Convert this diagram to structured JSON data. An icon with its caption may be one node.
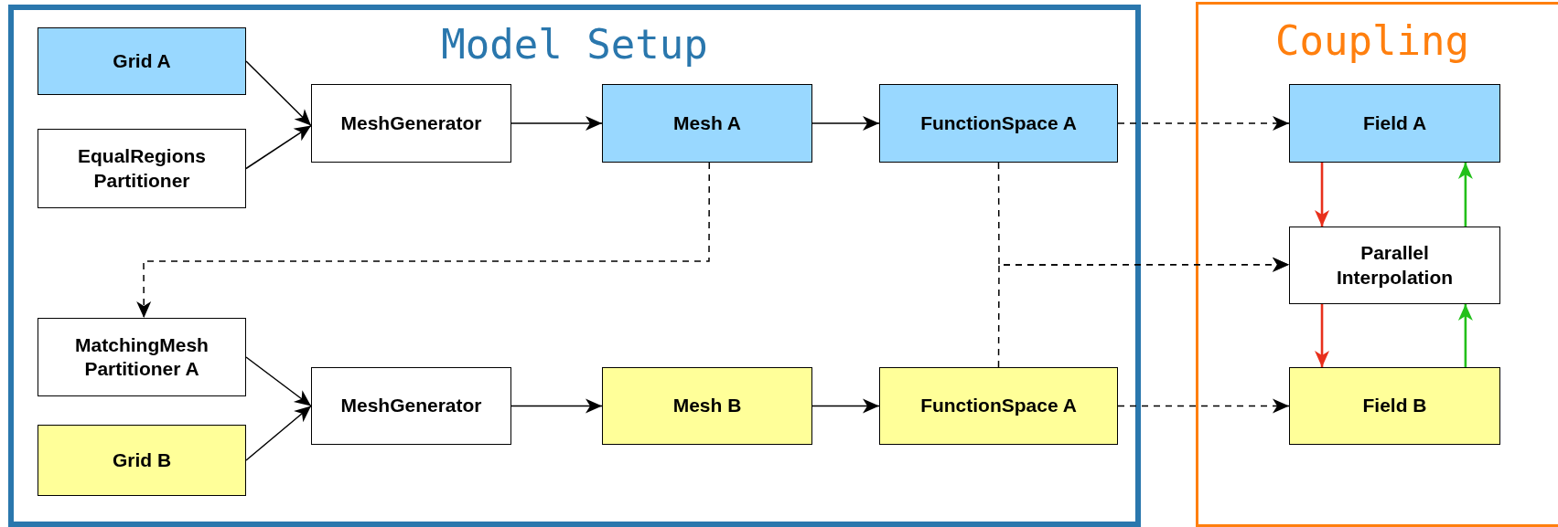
{
  "diagram": {
    "nodes": [
      {
        "text": [
          "Model Setup"
        ]
      },
      {
        "text": [
          "Coupling"
        ]
      },
      {
        "text": [
          "Grid A"
        ],
        "in": 0
      },
      {
        "text": [
          "EqualRegions Partitioner"
        ],
        "in": 0
      },
      {
        "text": [
          "MeshGenerator"
        ],
        "in": 0
      },
      {
        "text": [
          "Mesh A"
        ],
        "in": 0
      },
      {
        "text": [
          "FunctionSpace A"
        ],
        "in": 0
      },
      {
        "text": [
          "MatchingMesh Partitioner A"
        ],
        "in": 0
      },
      {
        "text": [
          "Grid B"
        ],
        "in": 0
      },
      {
        "text": [
          "MeshGenerator"
        ],
        "in": 0
      },
      {
        "text": [
          "Mesh B"
        ],
        "in": 0
      },
      {
        "text": [
          "FunctionSpace A"
        ],
        "in": 0
      },
      {
        "text": [
          "Field A"
        ],
        "in": 1
      },
      {
        "text": [
          "Parallel Interpolation"
        ],
        "in": 1
      },
      {
        "text": [
          "Field B"
        ],
        "in": 1
      }
    ],
    "edges": [
      {
        "from": 2,
        "to": 4,
        "arrow": "to"
      },
      {
        "from": 3,
        "to": 4,
        "arrow": "to"
      },
      {
        "from": 4,
        "to": 5,
        "arrow": "to"
      },
      {
        "from": 5,
        "to": 6,
        "arrow": "to"
      },
      {
        "from": 6,
        "to": 12,
        "arrow": "to",
        "style": "dashed"
      },
      {
        "from": 5,
        "to": 7,
        "arrow": "to",
        "style": "dashed"
      },
      {
        "from": 7,
        "to": 9,
        "arrow": "to"
      },
      {
        "from": 8,
        "to": 9,
        "arrow": "to"
      },
      {
        "from": 9,
        "to": 10,
        "arrow": "to"
      },
      {
        "from": 10,
        "to": 11,
        "arrow": "to"
      },
      {
        "from": 11,
        "to": 14,
        "arrow": "to",
        "style": "dashed"
      },
      {
        "from": 6,
        "to": 13,
        "arrow": "to",
        "style": "dashed"
      },
      {
        "from": 11,
        "to": 13,
        "arrow": "to",
        "style": "dashed"
      },
      {
        "from": 12,
        "to": 13,
        "arrow": "to",
        "color": "#e8301c"
      },
      {
        "from": 13,
        "to": 14,
        "arrow": "to",
        "color": "#e8301c"
      },
      {
        "from": 14,
        "to": 13,
        "arrow": "to",
        "color": "#22c01a"
      },
      {
        "from": 13,
        "to": 12,
        "arrow": "to",
        "color": "#22c01a"
      }
    ]
  }
}
